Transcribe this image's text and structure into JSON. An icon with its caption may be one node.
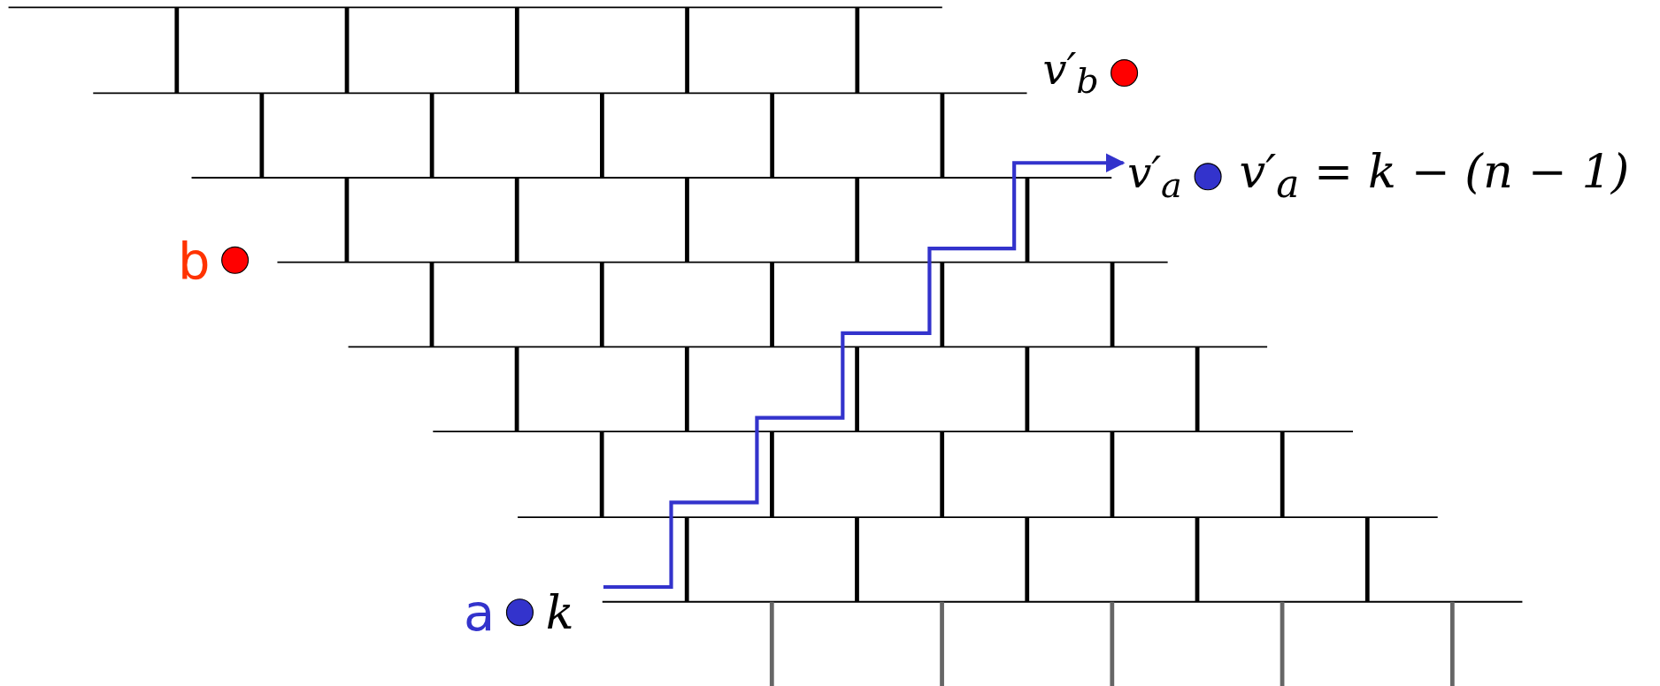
{
  "diagram": {
    "nodes": [
      {
        "text": [
          "v′$_{b}$"
        ]
      },
      {
        "text": [
          "v′$_{a}$"
        ],
        "beside": [
          "v′$_{a}$ = k − (n − 1)"
        ]
      },
      {
        "text": [
          "b"
        ]
      },
      {
        "text": [
          "a"
        ],
        "beside": [
          "k"
        ]
      }
    ],
    "edges": [
      {
        "from": 3,
        "to": 1,
        "arrow": "to",
        "color": "#3333cc"
      }
    ]
  }
}
